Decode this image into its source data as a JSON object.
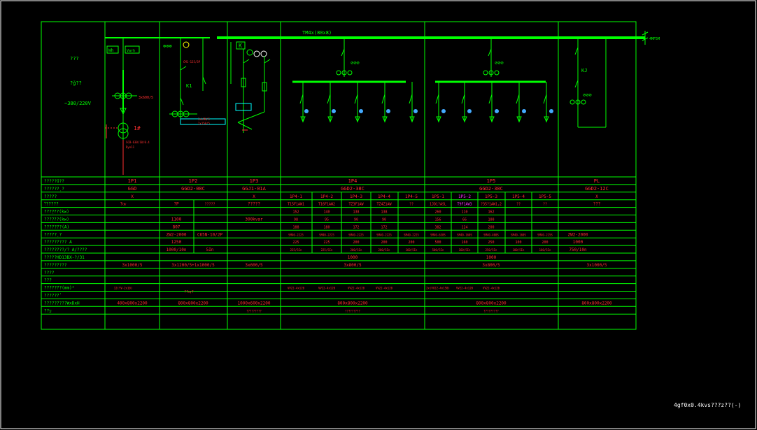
{
  "colors": {
    "background": "#000000",
    "frame": "#ffffff",
    "line": "#00ff00",
    "bus": "#00ff00",
    "text_green": "#00ff00",
    "text_red": "#ff3030",
    "text_magenta": "#ff33ff",
    "lamp": "#44aaff"
  },
  "left_labels": {
    "l1": "???",
    "l2": "?ǧ??",
    "voltage": "~380/220V"
  },
  "bus_label": "TM4x(80x8)",
  "right_bus_tag": "4MF5M",
  "sheet_title": "4gf0x0.4kvs???z??(-)",
  "schematic": {
    "p1_meters": [
      "Wh",
      "Varh"
    ],
    "p1_ct": "3x600/5",
    "p1_trans_label": "1#",
    "p1_trans_note": "SCB-630/10/0.4",
    "p1_trans_note2": "Dyn11",
    "p2_meters": "⊗⊗⊗",
    "p2_breaker": "CM1-125/3P",
    "p2_k": "K1",
    "p2_ct": "3xLMK/5",
    "p2_ct2": "2x150/5",
    "p3_k": "K",
    "p4_meters": "⊘⊘⊘",
    "p5_meters": "⊘⊘⊘",
    "pl_k": "KJ",
    "pl_meters": "⊘⊘⊘"
  },
  "table": {
    "row_labels": [
      "?????ű??",
      "??????ͺ?",
      "?????",
      "?ؗ?????",
      "????ܹ??(kw)",
      "????ܹ??(kw)",
      "???????(A)",
      "?????ͺ?",
      "????????? A",
      "????????/? A/????",
      "?????HD13BX-?/31",
      "?????????",
      "????",
      "???",
      "???????(mm)²",
      "??????ʽ",
      "?????????WxDxH",
      "??ע"
    ],
    "panel_ids": [
      "1P1",
      "1P2",
      "1P3",
      "1P4",
      "1P5",
      "PL"
    ],
    "models": [
      "GGD",
      "GGD2-08C",
      "GGJ1-01A",
      "GGD2-38C",
      "GGD2-38C",
      "GGD2-12C"
    ],
    "p1": {
      "switch": "?ѹ",
      "rated": "",
      "ct": "3x1000/5",
      "size": "400x800x2200",
      "cable": "12(YV-2x10)"
    },
    "p2": {
      "a": "?P",
      "b": "?????",
      "pw": "1100",
      "cur": "807",
      "br1": "ZW2-2000",
      "br2": "C65N-10/2P",
      "set1": "1250",
      "set2": "1000/10n",
      "set3": "5In",
      "ct": "3x1200/5+1x1000/5",
      "size": "800x800x2200",
      "cable": "??ѹ?"
    },
    "p3": {
      "x": "X",
      "use": "?????",
      "pw": "300kvar",
      "ct": "3x600/5",
      "size": "1000x600x2200",
      "note": "?????????"
    },
    "p4": {
      "circuits": [
        "1P4-1",
        "1P4-2",
        "1P4-3",
        "1P4-4",
        "1P4-5"
      ],
      "uses": [
        "T15F1AW1",
        "T16F1AW2",
        "TZ3F1AW",
        "TZ4Z1AW",
        "??"
      ],
      "pw": [
        "152",
        "140",
        "138",
        "138"
      ],
      "pc": [
        "98",
        "95",
        "90",
        "90"
      ],
      "cur": [
        "188",
        "180",
        "172",
        "172"
      ],
      "br": [
        "SM40-2225",
        "SM40-2225",
        "SM40-2225",
        "SM40-2225",
        "SM40-2225"
      ],
      "set": [
        "225",
        "225",
        "200",
        "200",
        "200"
      ],
      "tr": [
        "225/5In",
        "225/5In",
        "200/5In",
        "200/5In",
        "160/5In"
      ],
      "ct": "3x800/5",
      "size": "800x800x2200",
      "cable": [
        "VV22-4x120",
        "VV22-4x120",
        "VV22-4x120",
        "VV22-4x120"
      ],
      "note": "?????????"
    },
    "p5": {
      "circuits": [
        "1P5-1",
        "1P5-2",
        "1P5-3",
        "1P5-4",
        "1P5-5"
      ],
      "uses": [
        "1JD1?ASL",
        "T9F1AW3",
        "?35?1AW1,2",
        "??",
        "??"
      ],
      "pw": [
        "260",
        "110",
        "162"
      ],
      "pc": [
        "156",
        "66",
        "100"
      ],
      "cur": [
        "382",
        "124",
        "200"
      ],
      "br": [
        "SM40-630S",
        "SM40-160S",
        "SM40-400S",
        "SM40-160S",
        "SM40-225S"
      ],
      "set": [
        "500",
        "160",
        "250",
        "100",
        "200"
      ],
      "tr": [
        "500/5In",
        "160/5In",
        "250/5In",
        "100/5In",
        "160/5In"
      ],
      "ct": "3x800/5",
      "size": "800x800x2200",
      "cable": [
        "2x(VV22-4x150)",
        "VV22-4x120",
        "VV22-4x120"
      ],
      "note": "?????????"
    },
    "pl": {
      "x": "X",
      "use": "???",
      "br": "ZW2-2000",
      "set1": "1000",
      "set2": "750/10n",
      "ct": "3x1000/5",
      "size": "800x800x2200"
    },
    "bus_a": "1000",
    "bus_b": "1000",
    "p1_switch2": "X"
  }
}
